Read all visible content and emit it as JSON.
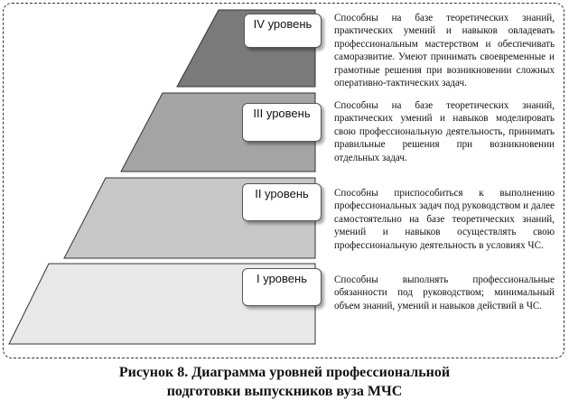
{
  "levels": [
    {
      "label": "IV уровень",
      "description": "Способны на базе теоретических знаний, практических умений и навыков овладевать профессиональным мастерством и обеспечивать саморазвитие. Умеют принимать своевременные и грамотные решения при возникновении сложных оперативно-тактических задач.",
      "color": "#7a7a7a"
    },
    {
      "label": "III уровень",
      "description": "Способны на базе теоретических знаний, практических умений и навыков моделировать свою профессиональную деятельность, принимать правильные решения при возникновении отдельных задач.",
      "color": "#a4a4a4"
    },
    {
      "label": "II уровень",
      "description": "Способны приспособиться к выполнению профессиональных задач под руководством и далее самостоятельно на базе теоретических знаний, умений и навыков осуществлять свою профессиональную деятельность в условиях ЧС.",
      "color": "#c7c7c7"
    },
    {
      "label": "I уровень",
      "description": "Способны выполнять профессиональные обязанности под руководством; минимальный объем знаний, умений и навыков действий в ЧС.",
      "color": "#e8e8e8"
    }
  ],
  "caption": {
    "line1": "Рисунок 8. Диаграмма уровней профессиональной",
    "line2": "подготовки выпускников вуза МЧС"
  }
}
